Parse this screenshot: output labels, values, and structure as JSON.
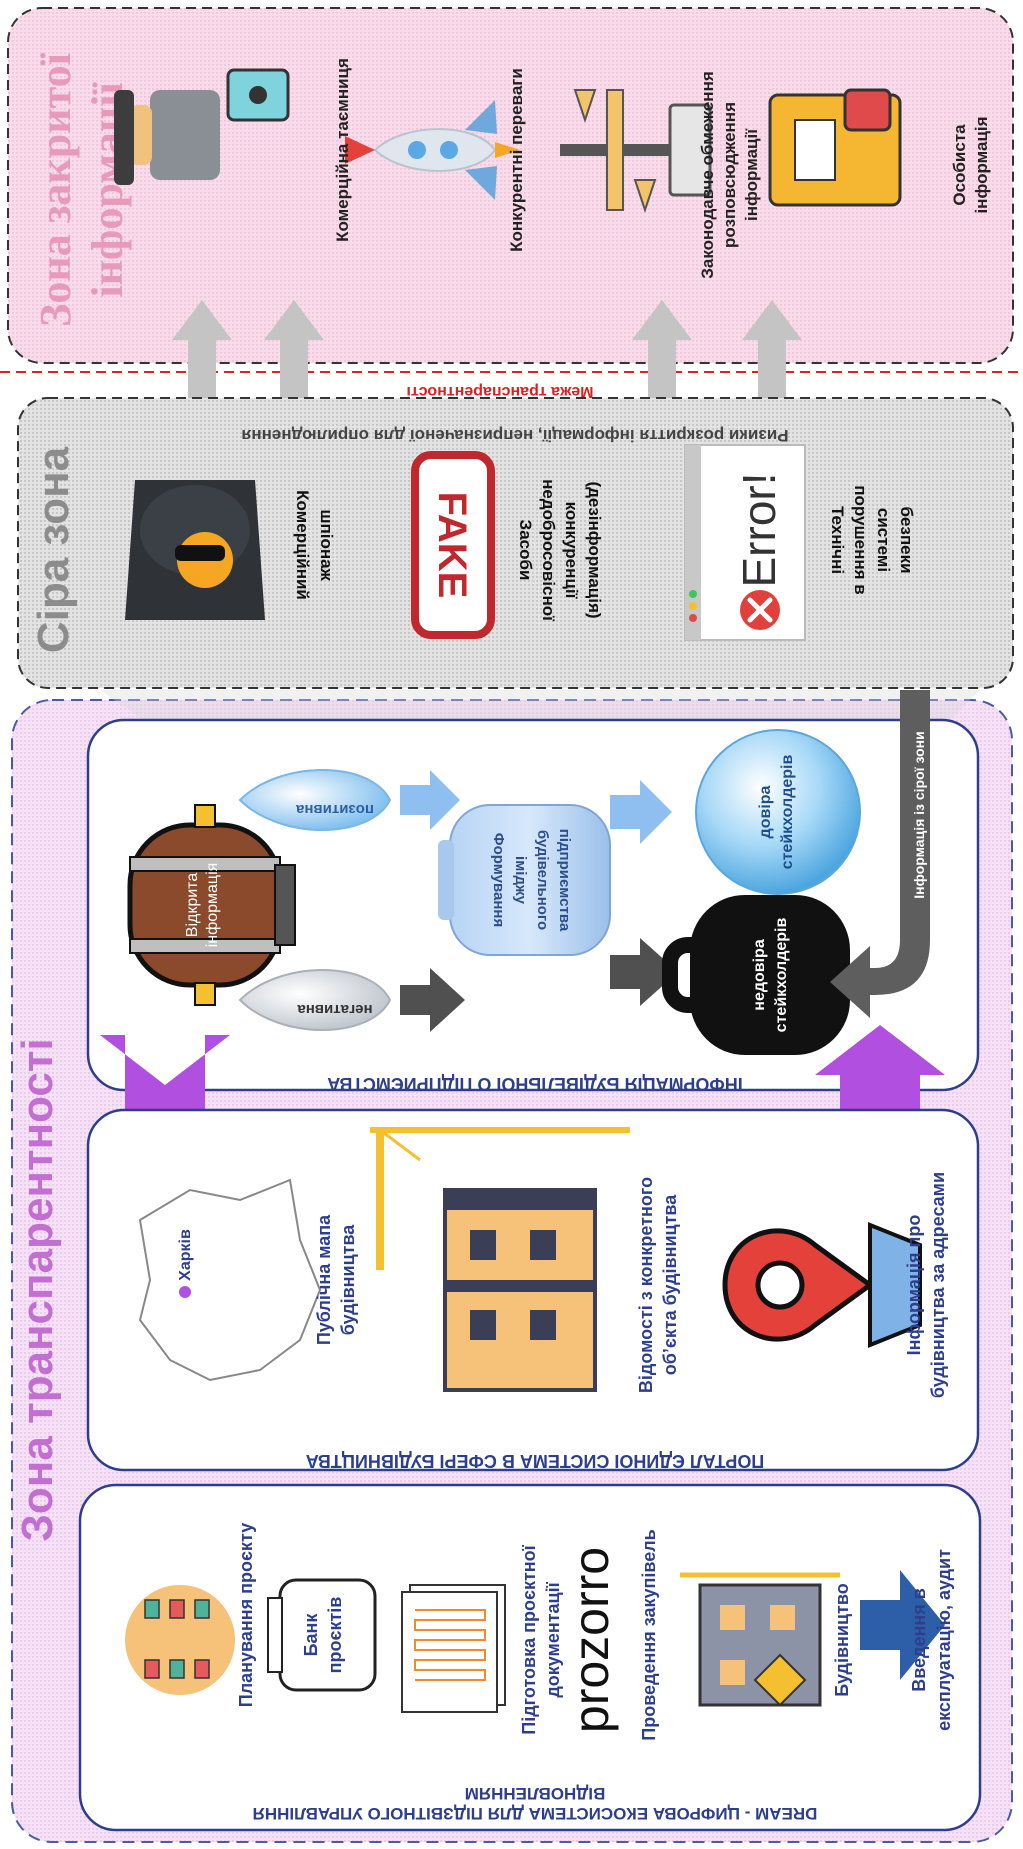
{
  "zones": {
    "closed": {
      "title_line1": "Зона закритої",
      "title_line2": "інформації",
      "items": [
        {
          "line1": "Комерційна таємниця",
          "line2": ""
        },
        {
          "line1": "Конкурентні переваги",
          "line2": ""
        },
        {
          "line1": "Законодавче обмеження",
          "line2": "розповсюдження",
          "line3": "інформації"
        },
        {
          "line1": "Особиста",
          "line2": "інформація"
        }
      ]
    },
    "grey": {
      "title": "Сіра зона",
      "risk_caption": "Ризики розкриття інформації, непризначеної для оприлюднення",
      "boundary_caption": "Межа транспарентності",
      "items": [
        {
          "line1": "Комерційний",
          "line2": "шпіонаж"
        },
        {
          "line1": "Засоби",
          "line2": "недобросовісної",
          "line3": "конкуренції",
          "line4": "(дезінформація)"
        },
        {
          "line1": "Технічні",
          "line2": "порушення в",
          "line3": "системі",
          "line4": "безпеки"
        }
      ],
      "fake_label": "FAKE",
      "error_label": "Error!"
    },
    "transparency": {
      "title": "Зона транспарентності"
    }
  },
  "enterprise": {
    "title": "ІНФОРМАЦІЯ БУДІВЕЛЬНОГО ПІДПРИЄМСТВА",
    "barrel_line1": "Відкрита",
    "barrel_line2": "інформація",
    "positive": "позитивна",
    "negative": "негативна",
    "jar_line1": "Формування",
    "jar_line2": "іміджу",
    "jar_line3": "будівельного",
    "jar_line4": "підприємства",
    "trust_line1": "довіра",
    "trust_line2": "стейкхолдерів",
    "distrust_line1": "недовіра",
    "distrust_line2": "стейкхолдерів",
    "grey_info": "Інформація із сірої зони"
  },
  "portal": {
    "title": "ПОРТАЛ ЄДИНОЇ СИСТЕМА В СФЕРІ БУДІВНИЦТВА",
    "city": "Харків",
    "map_line1": "Публічна мапа",
    "map_line2": "будівництва",
    "object_line1": "Відомості з конкретного",
    "object_line2": "об’єкта будівництва",
    "address_line1": "Інформація про",
    "address_line2": "будівництва за адресами"
  },
  "dream": {
    "title_line1": "DREAM - ЦИФРОВА ЕКОСИСТЕМА ДЛЯ ПІДЗВІТНОГО УПРАВЛІННЯ",
    "title_line2": "ВІДНОВЛЕННЯМ",
    "planning": "Планування проєкту",
    "bank_line1": "Банк",
    "bank_line2": "проєктів",
    "docs_line1": "Підготовка проєктної",
    "docs_line2": "документації",
    "prozorro": "prozorro",
    "procurement": "Проведення закупівель",
    "construction": "Будівництво",
    "commission_line1": "Введення в",
    "commission_line2": "експлуатацію, аудит"
  },
  "colors": {
    "navy": "#2c3e8c",
    "purple": "#b14fe0",
    "pink_zone": "#f7d6e6",
    "grey_zone": "#dcdcdc",
    "transparency_zone": "#f4dcf4",
    "red_boundary": "#e02020",
    "arrow_blue": "#8fbff0",
    "arrow_dark": "#505050"
  }
}
